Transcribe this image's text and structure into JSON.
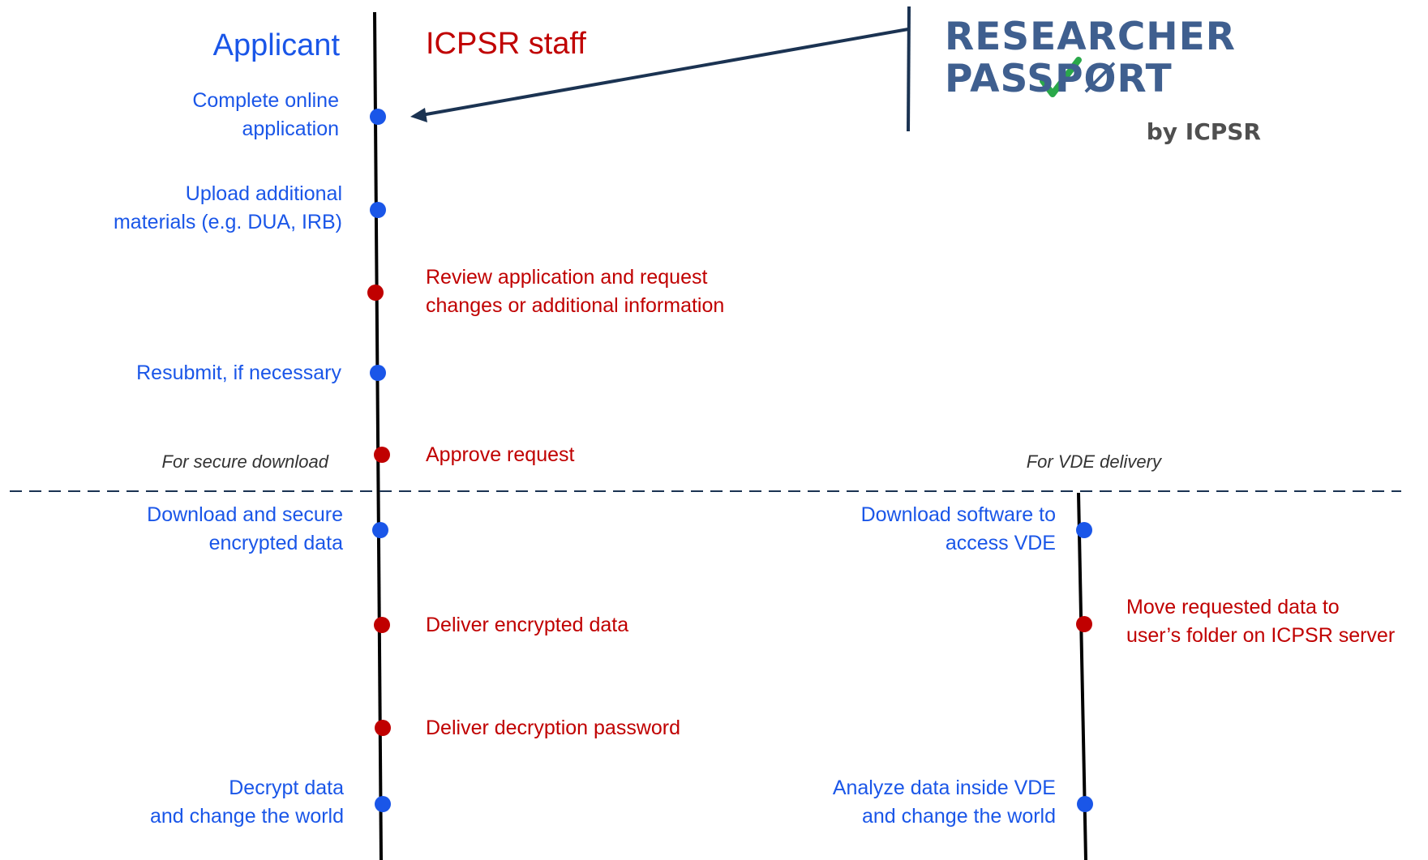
{
  "headers": {
    "applicant": "Applicant",
    "staff": "ICPSR staff"
  },
  "logo": {
    "line1": "RESEARCHER",
    "line2": "PASSPØRT",
    "line3": "by ICPSR",
    "check_color": "#2aa84a"
  },
  "steps": {
    "complete_application": "Complete online\napplication",
    "upload_materials": "Upload additional\nmaterials (e.g. DUA, IRB)",
    "review_application": "Review application and request\nchanges or additional information",
    "resubmit": "Resubmit, if necessary",
    "approve_request": "Approve request",
    "download_encrypted": "Download and secure\nencrypted data",
    "deliver_encrypted": "Deliver encrypted data",
    "deliver_password": "Deliver decryption password",
    "decrypt_data": "Decrypt data\nand change the world",
    "download_software": "Download software to\naccess VDE",
    "move_data": "Move requested data to\nuser’s folder on ICPSR server",
    "analyze_vde": "Analyze data inside VDE\nand change the world"
  },
  "notes": {
    "secure_download": "For secure download",
    "vde_delivery": "For VDE delivery"
  },
  "colors": {
    "applicant": "#1a56e8",
    "staff": "#c00000",
    "line": "#000000",
    "arrow": "#1b3352"
  }
}
